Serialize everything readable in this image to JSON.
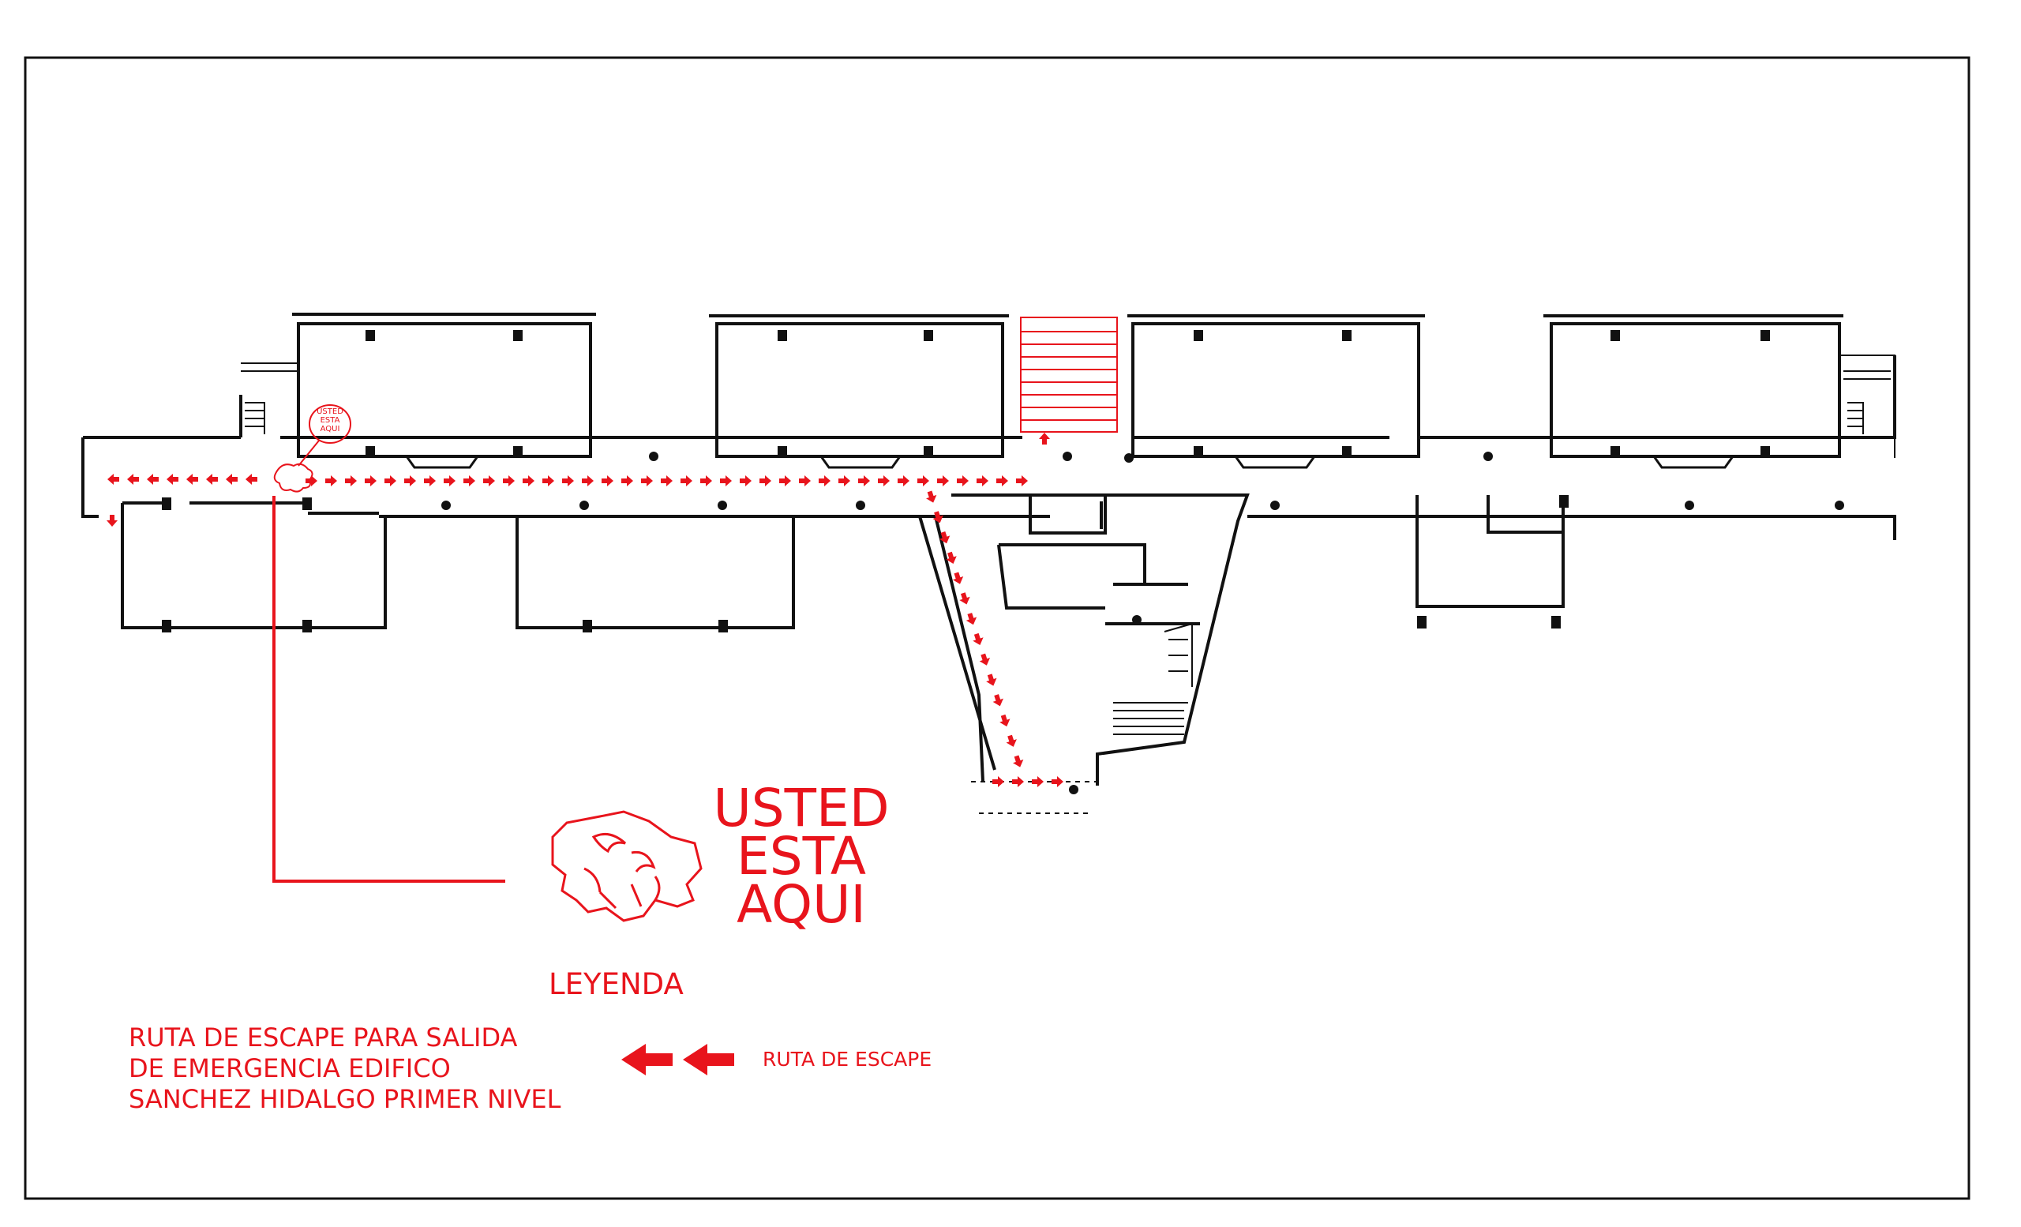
{
  "you_are_here": {
    "big_lines": [
      "USTED",
      "ESTA",
      "AQUI"
    ],
    "small_lines": [
      "USTED",
      "ESTA",
      "AQUI"
    ]
  },
  "legend": {
    "title": "LEYENDA",
    "route_label": "RUTA DE ESCAPE",
    "arrow_icon": "red-left-arrow-icon"
  },
  "description_lines": [
    "RUTA DE ESCAPE PARA SALIDA",
    "DE EMERGENCIA EDIFICO",
    "SANCHEZ HIDALGO PRIMER NIVEL"
  ],
  "colors": {
    "route": "#e8141c",
    "walls": "#111111"
  }
}
